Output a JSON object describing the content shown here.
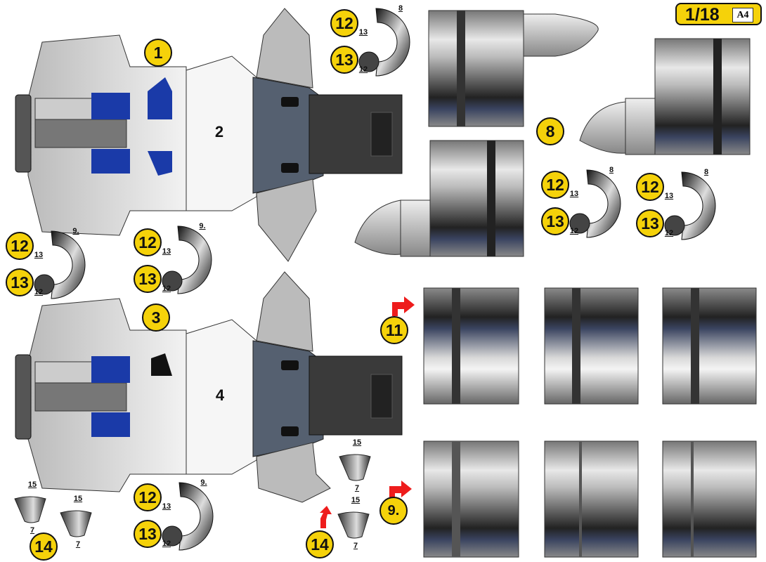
{
  "page_badge": {
    "page": "1/18",
    "paper_size": "A4"
  },
  "part_labels": {
    "p1": "1",
    "p2": "2",
    "p3": "3",
    "p4": "4",
    "p8": "8",
    "p11": "11",
    "p9": "9.",
    "p14": "14"
  },
  "ring_groups": [
    {
      "outer": "8",
      "a": "12",
      "b": "13",
      "tab13": "13",
      "tab12": "12"
    },
    {
      "outer": "8",
      "a": "12",
      "b": "13",
      "tab13": "13",
      "tab12": "12"
    },
    {
      "outer": "8",
      "a": "12",
      "b": "13",
      "tab13": "13",
      "tab12": "12"
    },
    {
      "outer": "9.",
      "a": "12",
      "b": "13",
      "tab13": "13",
      "tab12": "12"
    },
    {
      "outer": "9.",
      "a": "12",
      "b": "13",
      "tab13": "13",
      "tab12": "12"
    },
    {
      "outer": "9.",
      "a": "12",
      "b": "13",
      "tab13": "13",
      "tab12": "12"
    }
  ],
  "cones": [
    {
      "top": "15",
      "bottom": "7"
    },
    {
      "top": "15",
      "bottom": "7"
    },
    {
      "top": "15",
      "bottom": "7"
    },
    {
      "top": "15",
      "bottom": "7"
    }
  ],
  "colors": {
    "badge": "#f5d20a",
    "arrow": "#ee1c1c",
    "window": "#1a3aa8"
  }
}
